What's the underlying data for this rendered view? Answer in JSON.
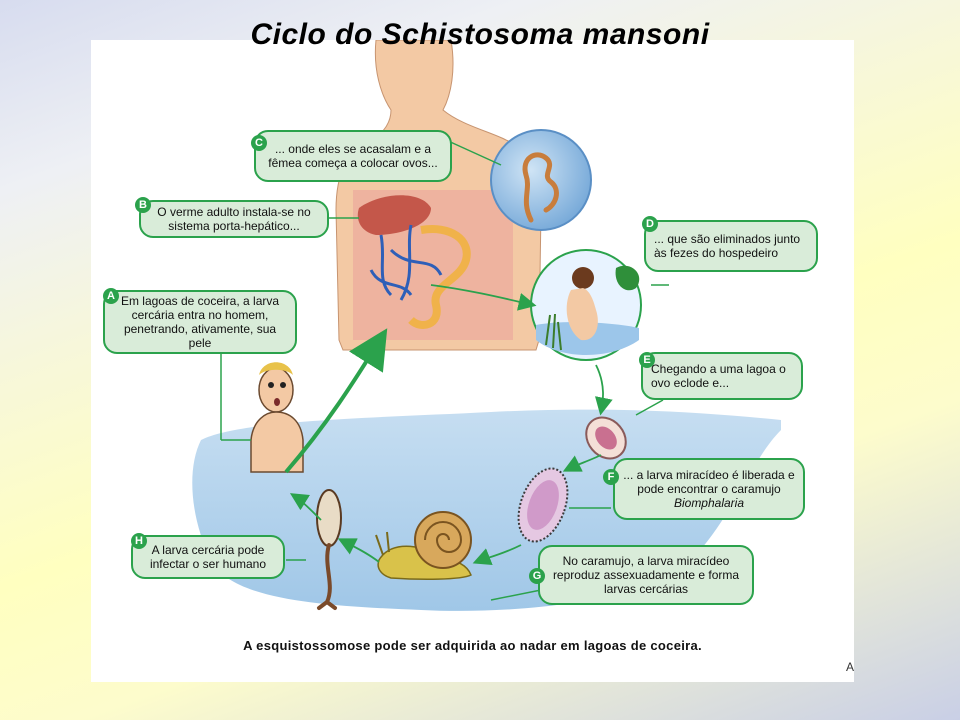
{
  "title": "Ciclo do Schistosoma mansoni",
  "steps": [
    {
      "letter": "A",
      "text": "Em lagoas de coceira, a larva cercária entra no homem, penetrando, ativamente, sua pele"
    },
    {
      "letter": "B",
      "text": "O verme adulto instala-se no sistema porta-hepático..."
    },
    {
      "letter": "C",
      "text": "... onde eles se acasalam e a fêmea começa a colocar ovos..."
    },
    {
      "letter": "D",
      "text": "... que são eliminados junto às fezes do hospedeiro"
    },
    {
      "letter": "E",
      "text": "Chegando a uma lagoa o ovo eclode e..."
    },
    {
      "letter": "F",
      "text_prefix": "... a larva miracídeo é liberada e pode encontrar o caramujo ",
      "text_italic": "Biomphalaria"
    },
    {
      "letter": "G",
      "text": "No caramujo, a larva miracídeo reproduz assexuadamente e forma larvas cercárias"
    },
    {
      "letter": "H",
      "text": "A larva cercária pode infectar o ser humano"
    }
  ],
  "caption": "A esquistossomose pode ser adquirida ao nadar em lagoas de coceira.",
  "credit": "A",
  "colors": {
    "accent_green": "#2ba24c",
    "bubble_fill": "#d9ecd9",
    "water": "#a9cdea",
    "skin": "#f3c9a4"
  }
}
